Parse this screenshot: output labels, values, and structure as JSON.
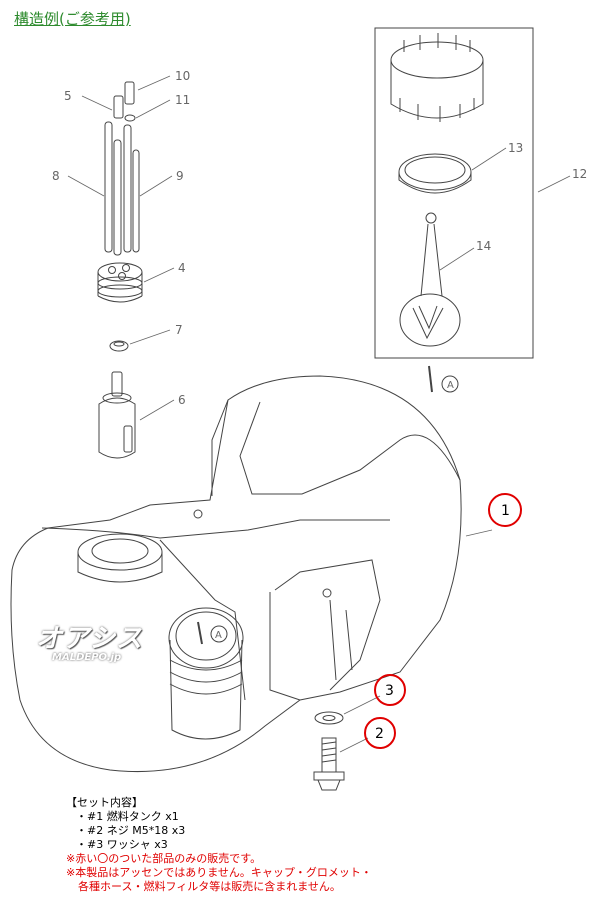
{
  "title": "構造例(ご参考用)",
  "parts": {
    "p1": "1",
    "p2": "2",
    "p3": "3",
    "p4": "4",
    "p5": "5",
    "p6": "6",
    "p7": "7",
    "p8": "8",
    "p9": "9",
    "p10": "10",
    "p11": "11",
    "p12": "12",
    "p13": "13",
    "p14": "14"
  },
  "view_marker": "A",
  "watermark": {
    "brand": "オアシス",
    "site": "MALDEPO.jp"
  },
  "notes": {
    "heading": "【セット内容】",
    "items": [
      "・#1 燃料タンク x1",
      "・#2 ネジ M5*18 x3",
      "・#3 ワッシャ x3"
    ],
    "red1": "※赤い〇のついた部品のみの販売です。",
    "red2": "※本製品はアッセンではありません。キャップ・グロメット・",
    "red3": "各種ホース・燃料フィルタ等は販売に含まれません。"
  },
  "colors": {
    "title": "#2e8b2e",
    "highlight": "#e00000",
    "line": "#444444"
  }
}
